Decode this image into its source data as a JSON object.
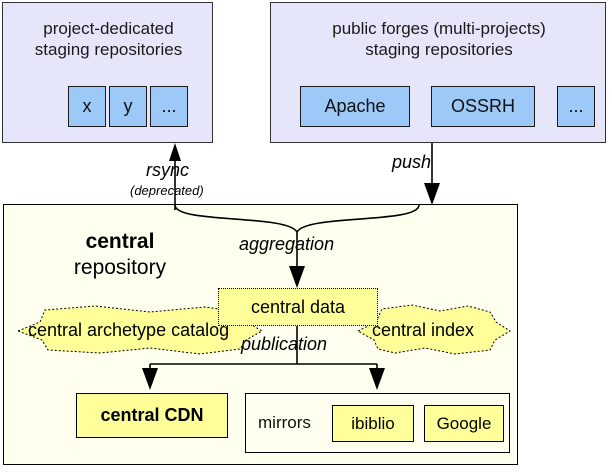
{
  "diagram": {
    "title": "Maven central repository aggregation and publication flow",
    "colors": {
      "staging_bg": "#e6e6fa",
      "chip_bg": "#9cc9f7",
      "central_bg": "#ffffef",
      "highlight_bg": "#ffff99",
      "stroke": "#000000"
    }
  },
  "staging": {
    "project": {
      "title": "project-dedicated\nstaging repositories",
      "chips": [
        {
          "label": "x"
        },
        {
          "label": "y"
        },
        {
          "label": "..."
        }
      ]
    },
    "forges": {
      "title": "public forges (multi-projects)\nstaging repositories",
      "chips": [
        {
          "label": "Apache"
        },
        {
          "label": "OSSRH"
        },
        {
          "label": "..."
        }
      ]
    }
  },
  "edges": {
    "rsync": "rsync",
    "rsync_note": "(deprecated)",
    "push": "push",
    "aggregation": "aggregation",
    "publication": "publication"
  },
  "central": {
    "title_bold": "central",
    "title_rest": "repository",
    "central_data": "central data",
    "archetype_catalog": "central archetype catalog",
    "central_index": "central index",
    "cdn": "central CDN",
    "mirrors_label": "mirrors",
    "mirrors": [
      {
        "label": "ibiblio"
      },
      {
        "label": "Google"
      }
    ]
  }
}
